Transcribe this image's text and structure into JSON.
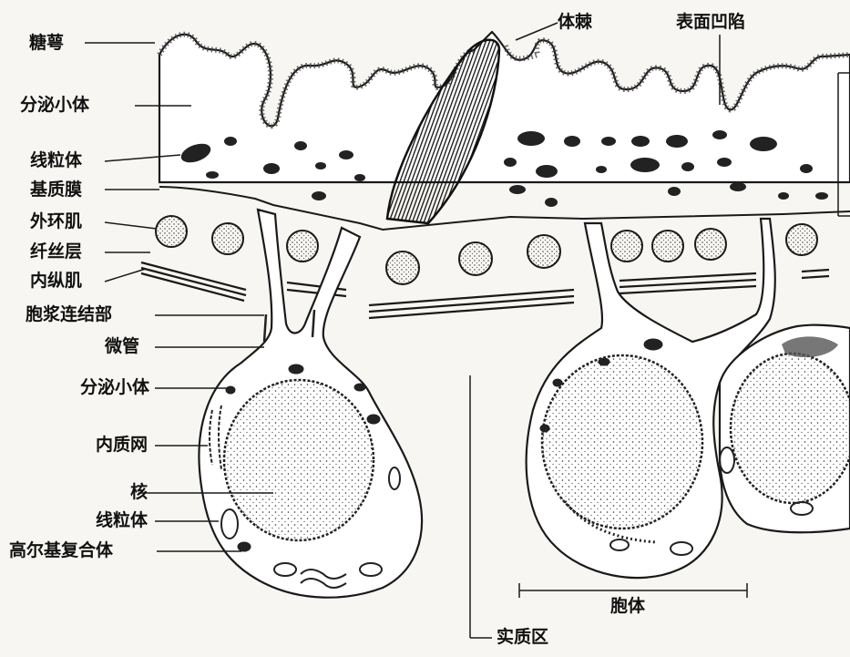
{
  "labels": {
    "tegument_syncytium": "糖萼",
    "secretory_body_top": "分泌小体",
    "mitochondria_top": "线粒体",
    "basal_lamina": "基质膜",
    "circular_muscle": "外环肌",
    "fibrous_layer": "纤丝层",
    "longitudinal_muscle": "内纵肌",
    "cytoplasmic_bridge": "胞浆连结部",
    "microtubules": "微管",
    "secretory_body_bottom": "分泌小体",
    "endoplasmic_reticulum": "内质网",
    "nucleus": "核",
    "mitochondria_bottom": "线粒体",
    "golgi_complex": "高尔基复合体",
    "spine": "体棘",
    "surface_pits": "表面凹陷",
    "cyton": "胞体",
    "parenchyma": "实质区"
  },
  "colors": {
    "ink": "#1a1a1a",
    "paper": "#f7f6f2",
    "stipple": "#3a3a3a"
  }
}
